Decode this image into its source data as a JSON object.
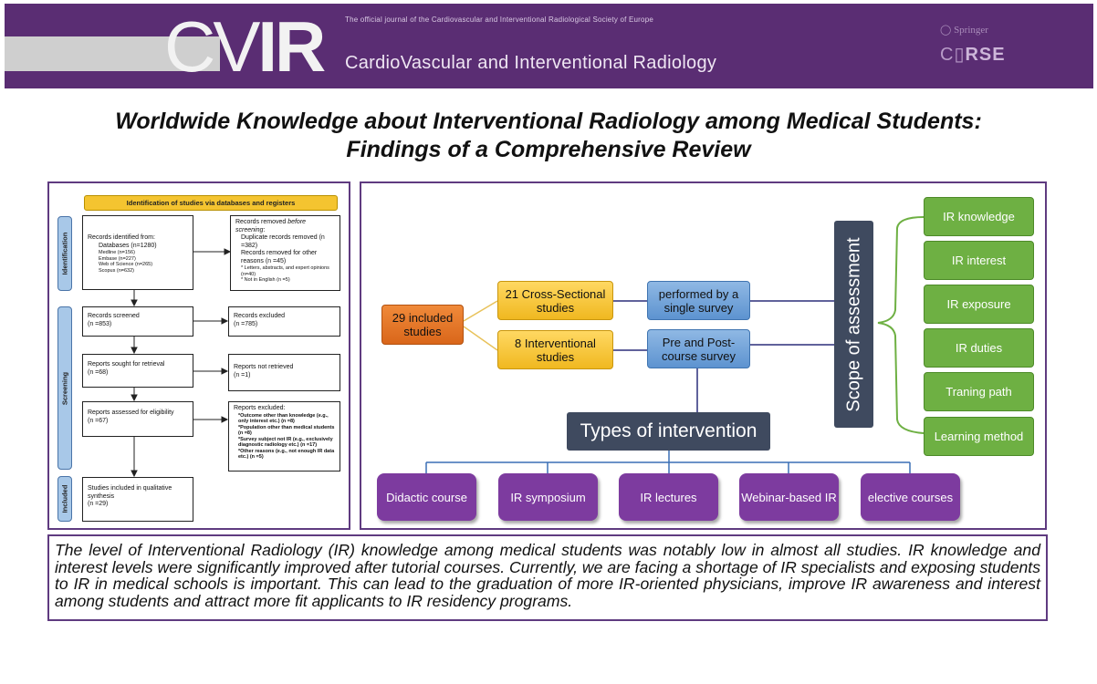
{
  "header": {
    "logo_cv": "CV",
    "logo_ir": "IR",
    "tagline": "The official journal of the Cardiovascular and Interventional Radiological Society of Europe",
    "journal_name": "CardioVascular and Interventional Radiology",
    "publisher": "Springer",
    "society_logo_a": "C",
    "society_logo_b": "RSE"
  },
  "title": {
    "line1": "Worldwide Knowledge about Interventional Radiology among Medical Students:",
    "line2": "Findings of a Comprehensive Review"
  },
  "prisma": {
    "top_label": "Identification of studies via databases and registers",
    "phases": [
      "Identification",
      "Screening",
      "Included"
    ],
    "records_identified": {
      "heading": "Records identified from:",
      "databases": "Databases (n=1280)",
      "sources": [
        "Medline (n=156)",
        "Embase (n=227)",
        "Web of Science (n=265)",
        "Scopus (n=632)"
      ]
    },
    "records_removed": {
      "heading_a": "Records removed ",
      "heading_b": "before screening",
      "heading_c": ":",
      "duplicates": "Duplicate records removed (n =382)",
      "other": "Records removed for other reasons (n =45)",
      "notes": [
        "* Letters, abstracts, and expert opinions (n=40)",
        "* Not in English (n =5)"
      ]
    },
    "screened": "Records screened\n(n =853)",
    "excluded": "Records excluded\n(n =785)",
    "sought": "Reports sought for retrieval\n(n =68)",
    "not_retrieved": "Reports not retrieved\n(n =1)",
    "assessed": "Reports assessed for eligibility\n(n =67)",
    "reports_excluded": {
      "heading": "Reports excluded:",
      "items": [
        "*Outcome other than knowledge (e.g., only interest etc.) (n =8)",
        "*Population other than medical students (n =8)",
        "*Survey subject not IR (e.g., exclusively diagnostic radiology etc.) (n =17)",
        "*Other reasons (e.g., not enough IR data etc.) (n =5)"
      ]
    },
    "included": "Studies included in qualitative synthesis\n(n =29)"
  },
  "flow": {
    "total": "29 included studies",
    "cross_sectional": "21 Cross-Sectional studies",
    "interventional": "8 Interventional studies",
    "single_survey": "performed by a single survey",
    "pre_post": "Pre and Post-course survey",
    "scope": "Scope of assessment",
    "scope_items": [
      "IR knowledge",
      "IR interest",
      "IR exposure",
      "IR duties",
      "Traning path",
      "Learning method"
    ],
    "types": "Types of intervention",
    "interventions": [
      "Didactic course",
      "IR symposium",
      "IR lectures",
      "Webinar-based IR",
      "elective courses"
    ]
  },
  "summary": "The level of Interventional Radiology (IR) knowledge among medical students was notably low in almost all studies. IR knowledge and interest levels were significantly improved after tutorial courses. Currently, we are facing a shortage of IR specialists and exposing students to IR in medical schools is important. This can lead to the graduation of more IR-oriented physicians, improve IR awareness and interest among students and attract more fit applicants to IR residency programs."
}
